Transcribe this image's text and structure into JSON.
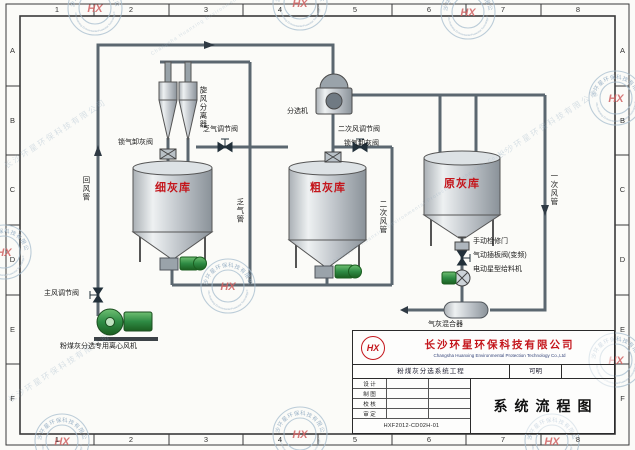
{
  "frame": {
    "cols": [
      "1",
      "2",
      "3",
      "4",
      "5",
      "6",
      "7",
      "8"
    ],
    "rows": [
      "A",
      "B",
      "C",
      "D",
      "E",
      "F"
    ]
  },
  "watermark": {
    "cn": "长沙环星环保科技有限公司",
    "en": "Changsha Huanxing Environmental Protection Technology Co.,Ltd",
    "hx": "HX"
  },
  "colors": {
    "silo_label_red": "#c4161c",
    "machine_green": "#2e8b44",
    "pipe_gray": "#5b6770",
    "watermark_blue": "#9db4c8"
  },
  "diagram": {
    "labels": {
      "cyclone": "旋风分离器",
      "lock_valve_left": "锁气卸灰阀",
      "spent_air_valve": "乏气调节阀",
      "separator": "分选机",
      "secondary_air_valve": "二次风调节阀",
      "lock_valve_mid": "锁气卸灰阀",
      "fine_ash_silo": "细灰库",
      "coarse_ash_silo": "粗灰库",
      "raw_ash_silo": "原灰库",
      "return_air_pipe": "回风管",
      "spent_air_pipe": "乏气管",
      "secondary_air_pipe": "二次风管",
      "primary_air_pipe": "一次风管",
      "main_air_valve": "主风调节阀",
      "fan": "粉煤灰分选专用离心风机",
      "access_door": "手动检修门",
      "gate_valve": "气动插板阀(变频)",
      "rotary_feeder": "电动星型给料机",
      "mixer": "气灰混合器"
    }
  },
  "title_block": {
    "company_cn": "长沙环星环保科技有限公司",
    "company_en": "Changsha Huanxing Environmental Protection Technology Co.,Ltd",
    "project": "粉煤灰分选系统工程",
    "stage": "可明",
    "rows": [
      "设 计",
      "制 图",
      "校 核",
      "审 定"
    ],
    "drawing_title": "系统流程图",
    "drawing_no": "HXF2012-CD02H-01"
  }
}
